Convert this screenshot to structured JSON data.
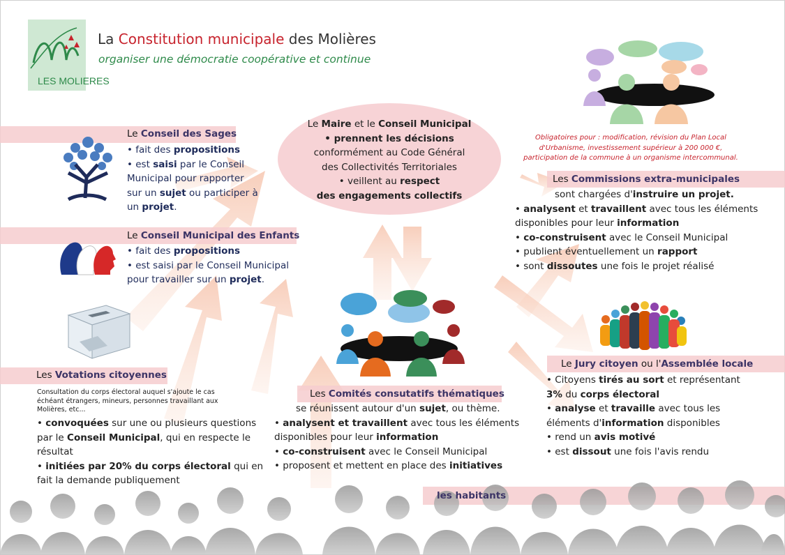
{
  "header": {
    "title_pre": "La ",
    "title_highlight": "Constitution municipale",
    "title_post": " des Molières",
    "subtitle": "organiser une démocratie coopérative et continue",
    "logo_text": "LES MOLIERES"
  },
  "maire": {
    "l1a": "Le ",
    "l1b": "Maire",
    "l1c": " et le ",
    "l1d": "Conseil Municipal",
    "l2": "• prennent les décisions",
    "l3": "conformément au Code Général",
    "l4": "des Collectivités Territoriales",
    "l5a": "• veillent au ",
    "l5b": "respect",
    "l6": "des engagements collectifs"
  },
  "sages": {
    "h_pre": "Le ",
    "h_b": "Conseil des Sages",
    "l1a": "• fait des ",
    "l1b": "propositions",
    "l2a": "• est ",
    "l2b": "saisi",
    "l2c": " par le Conseil",
    "l3": "Municipal pour rapporter",
    "l4a": "sur un ",
    "l4b": "sujet",
    "l4c": " ou participer à",
    "l5a": "un ",
    "l5b": "projet",
    "l5c": "."
  },
  "enfants": {
    "h_pre": "Le ",
    "h_b": "Conseil Municipal des Enfants",
    "l1a": "• fait des ",
    "l1b": "propositions",
    "l2": "• est saisi par le Conseil Municipal",
    "l3a": "pour travailler sur un ",
    "l3b": "projet",
    "l3c": "."
  },
  "votations": {
    "h_pre": "Les ",
    "h_b": "Votations citoyennes",
    "s1": "Consultation du corps électoral auquel s'ajoute le cas",
    "s2": "échéant étrangers, mineurs, personnes travaillant aux",
    "s3": "Molières, etc...",
    "l1a": "• ",
    "l1b": "convoquées",
    "l1c": " sur une ou plusieurs questions",
    "l2a": "par le ",
    "l2b": "Conseil Municipal",
    "l2c": ", qui en respecte le",
    "l3": "résultat",
    "l4a": "• ",
    "l4b": "initiées par 20% du corps électoral",
    "l4c": " qui en",
    "l5": "fait la demande publiquement"
  },
  "comites": {
    "h_pre": "Les ",
    "h_b": "Comités consutatifs thématiques",
    "l1a": "se réunissent autour d'un ",
    "l1b": "sujet",
    "l1c": ", ou thème.",
    "l2a": "• ",
    "l2b": "analysent et travaillent",
    "l2c": " avec tous les éléments",
    "l3a": "disponibles pour leur ",
    "l3b": "information",
    "l4a": "• ",
    "l4b": "co-construisent",
    "l4c": " avec le Conseil Municipal",
    "l5a": "• proposent et mettent en place des ",
    "l5b": "initiatives"
  },
  "commissions": {
    "n1": "Obligatoires pour : modification, révision du Plan Local",
    "n2": "d'Urbanisme, investissement supérieur à 200 000 €,",
    "n3": "participation de la commune à un organisme intercommunal.",
    "h_pre": "Les ",
    "h_b": "Commissions extra-municipales",
    "l1a": "sont chargées d'",
    "l1b": "instruire un projet.",
    "l2a": "• ",
    "l2b": "analysent",
    "l2c": " et ",
    "l2d": "travaillent",
    "l2e": " avec tous les éléments",
    "l3a": "disponibles pour leur ",
    "l3b": "information",
    "l4a": "• ",
    "l4b": "co-construisent",
    "l4c": " avec le Conseil Municipal",
    "l5a": "• publient éventuellement un ",
    "l5b": "rapport",
    "l6a": "• sont ",
    "l6b": "dissoutes",
    "l6c": " une fois le projet réalisé"
  },
  "jury": {
    "h_pre": "Le ",
    "h_b1": "Jury citoyen",
    "h_mid": " ou l'",
    "h_b2": "Assemblée locale",
    "l1a": "• Citoyens ",
    "l1b": "tirés au sort",
    "l1c": " et représentant",
    "l2a": "3%",
    "l2b": " du ",
    "l2c": "corps électoral",
    "l3a": "• ",
    "l3b": "analyse",
    "l3c": " et ",
    "l3d": "travaille",
    "l3e": " avec tous les",
    "l4a": "éléments d'",
    "l4b": "information",
    "l4c": " disponibles",
    "l5a": "• rend un ",
    "l5b": "avis motivé",
    "l6a": "• est ",
    "l6b": "dissout",
    "l6c": " une fois l'avis rendu"
  },
  "habitants": {
    "label": "les habitants"
  },
  "colors": {
    "accent_red": "#c7232d",
    "accent_green": "#2e8a4a",
    "band_pink": "#f6cccf",
    "heading_purple": "#3c3466",
    "navy_text": "#1e2b5a",
    "arrow_peach": "#f9d7c8"
  }
}
